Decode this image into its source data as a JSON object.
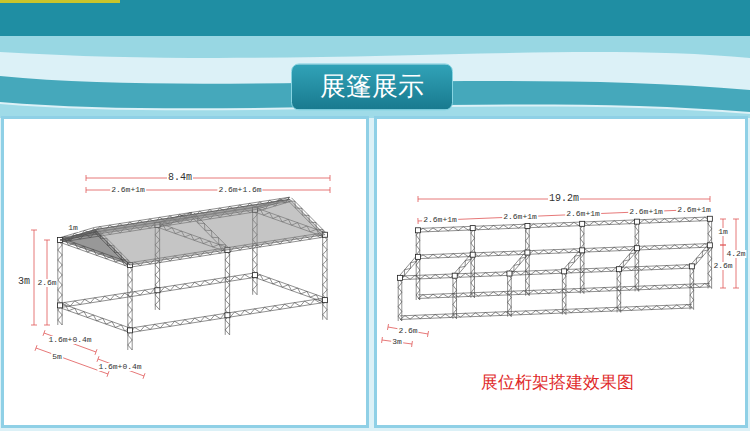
{
  "diagram": {
    "title": "展篷展示",
    "caption": "展位桁架搭建效果图",
    "labels": [
      "8.4m",
      "2.6m+1m",
      "2.6m+1.6m",
      "3m",
      "2.6m",
      "1m",
      "1.6m+0.4m",
      "5m",
      "1.6m+0.4m",
      "19.2m",
      "2.6m+1m",
      "2.6m+1m",
      "2.6m+1m",
      "2.6m+1m",
      "2.6m+1m",
      "1m",
      "2.6m",
      "4.2m",
      "2.6m",
      "3m"
    ]
  }
}
